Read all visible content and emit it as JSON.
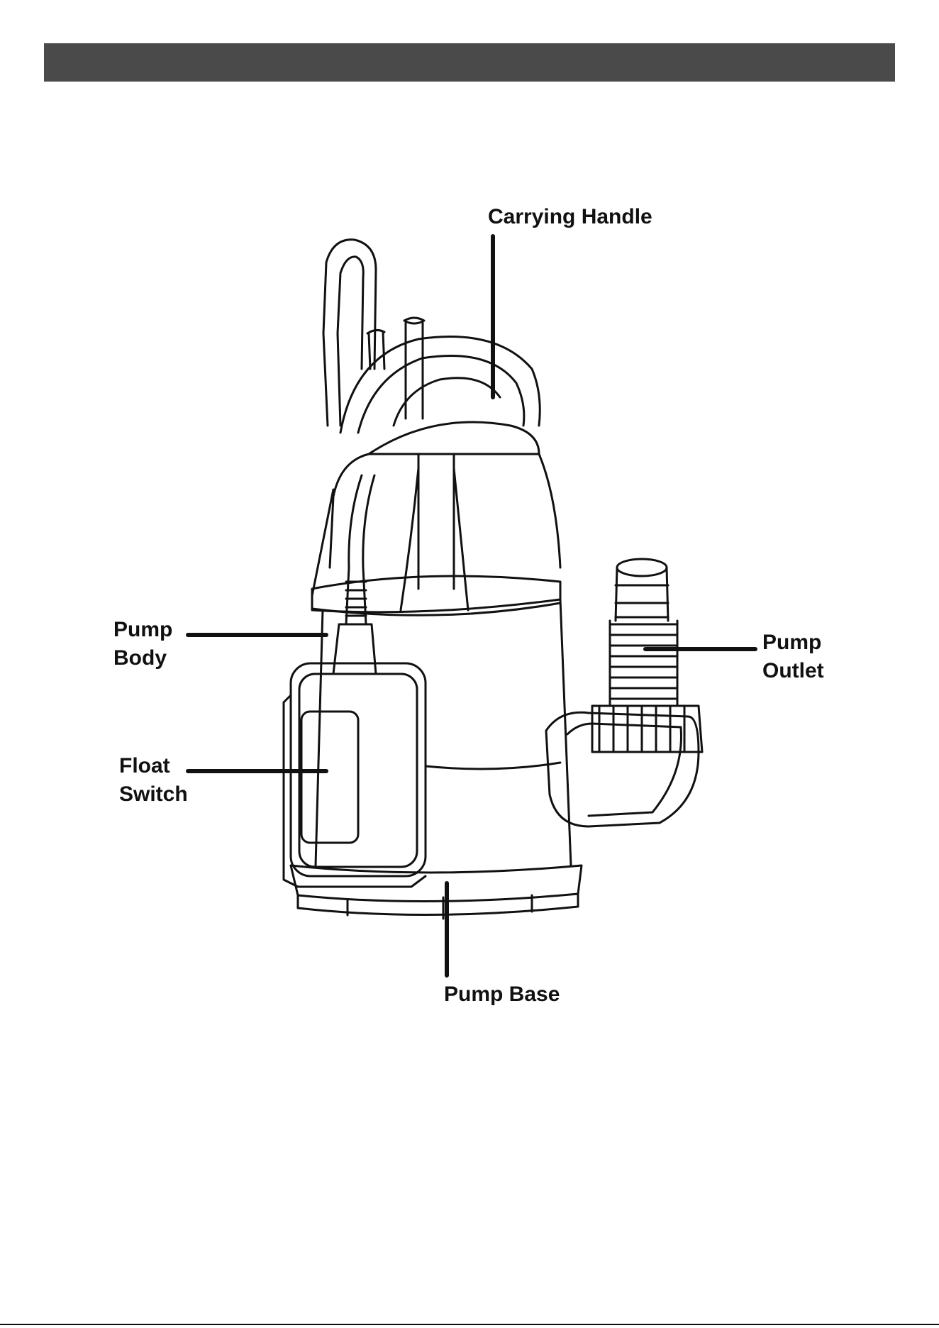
{
  "header": {
    "color": "#4a4a4a"
  },
  "labels": {
    "carrying_handle": "Carrying Handle",
    "pump_body_line1": "Pump",
    "pump_body_line2": "Body",
    "pump_outlet_line1": "Pump",
    "pump_outlet_line2": "Outlet",
    "float_switch_line1": "Float",
    "float_switch_line2": "Switch",
    "pump_base": "Pump Base"
  }
}
